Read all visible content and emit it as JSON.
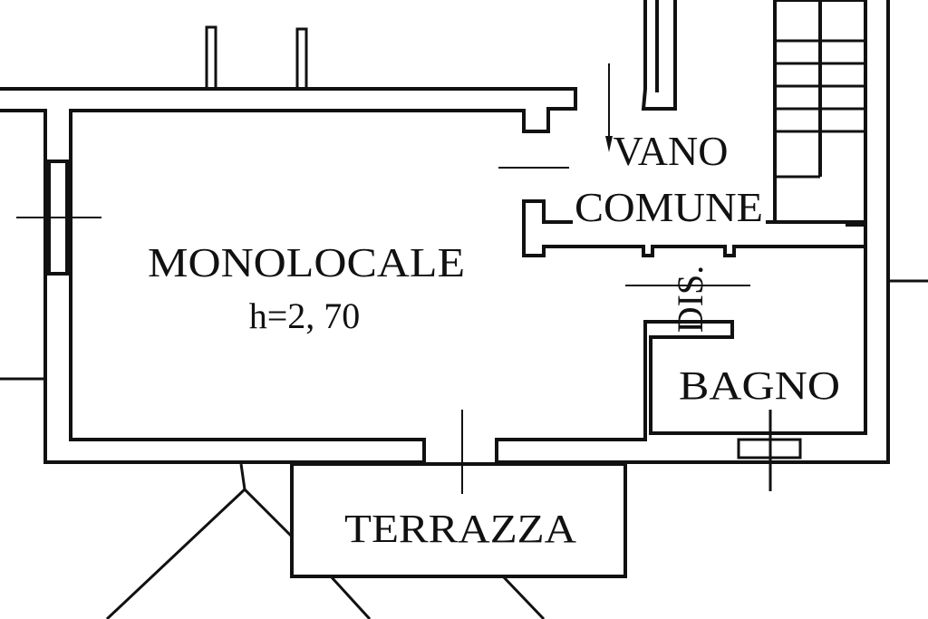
{
  "rooms": {
    "monolocale": {
      "name": "MONOLOCALE",
      "height": "h=2, 70"
    },
    "vano_comune": {
      "line1": "VANO",
      "line2": "COMUNE"
    },
    "dis": {
      "name": "DIS."
    },
    "bagno": {
      "name": "BAGNO"
    },
    "terrazza": {
      "name": "TERRAZZA"
    }
  }
}
